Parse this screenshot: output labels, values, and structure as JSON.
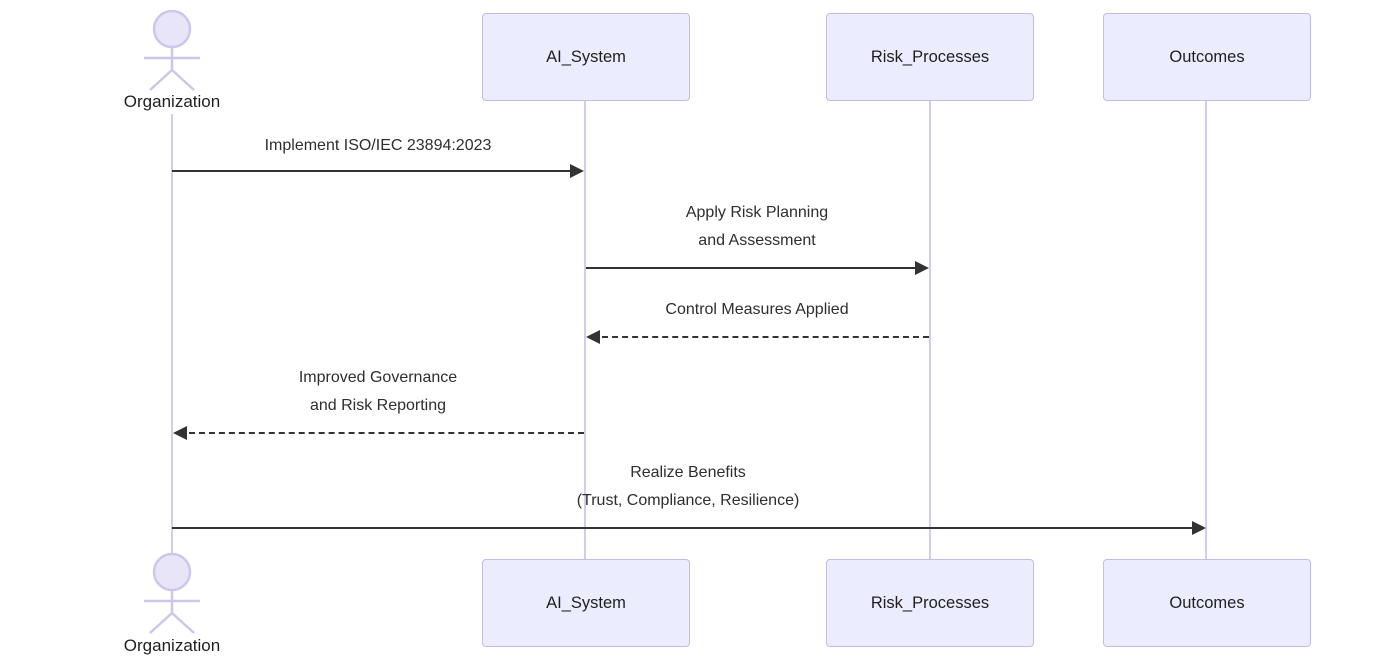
{
  "diagram": {
    "type": "sequence-diagram",
    "actors": [
      {
        "id": "organization",
        "label": "Organization",
        "kind": "actor"
      },
      {
        "id": "ai_system",
        "label": "AI_System",
        "kind": "participant"
      },
      {
        "id": "risk_processes",
        "label": "Risk_Processes",
        "kind": "participant"
      },
      {
        "id": "outcomes",
        "label": "Outcomes",
        "kind": "participant"
      }
    ],
    "messages": [
      {
        "from": "Organization",
        "to": "AI_System",
        "label": "Implement ISO/IEC 23894:2023",
        "line": "solid",
        "direction": "right"
      },
      {
        "from": "AI_System",
        "to": "Risk_Processes",
        "label": "Apply Risk Planning\nand Assessment",
        "line": "solid",
        "direction": "right"
      },
      {
        "from": "Risk_Processes",
        "to": "AI_System",
        "label": "Control Measures Applied",
        "line": "dashed",
        "direction": "left"
      },
      {
        "from": "AI_System",
        "to": "Organization",
        "label": "Improved Governance\nand Risk Reporting",
        "line": "dashed",
        "direction": "left"
      },
      {
        "from": "Organization",
        "to": "Outcomes",
        "label": "Realize Benefits\n(Trust, Compliance, Resilience)",
        "line": "solid",
        "direction": "right"
      }
    ],
    "colors": {
      "participant_fill": "#ECECFF",
      "participant_border": "#c3bbe8",
      "lifeline": "#d5cbf0",
      "actor_stroke": "#cfc5ec",
      "actor_head_fill": "#e9e5f8",
      "arrow": "#333333",
      "text": "#2e2e2e",
      "background": "#ffffff"
    }
  }
}
